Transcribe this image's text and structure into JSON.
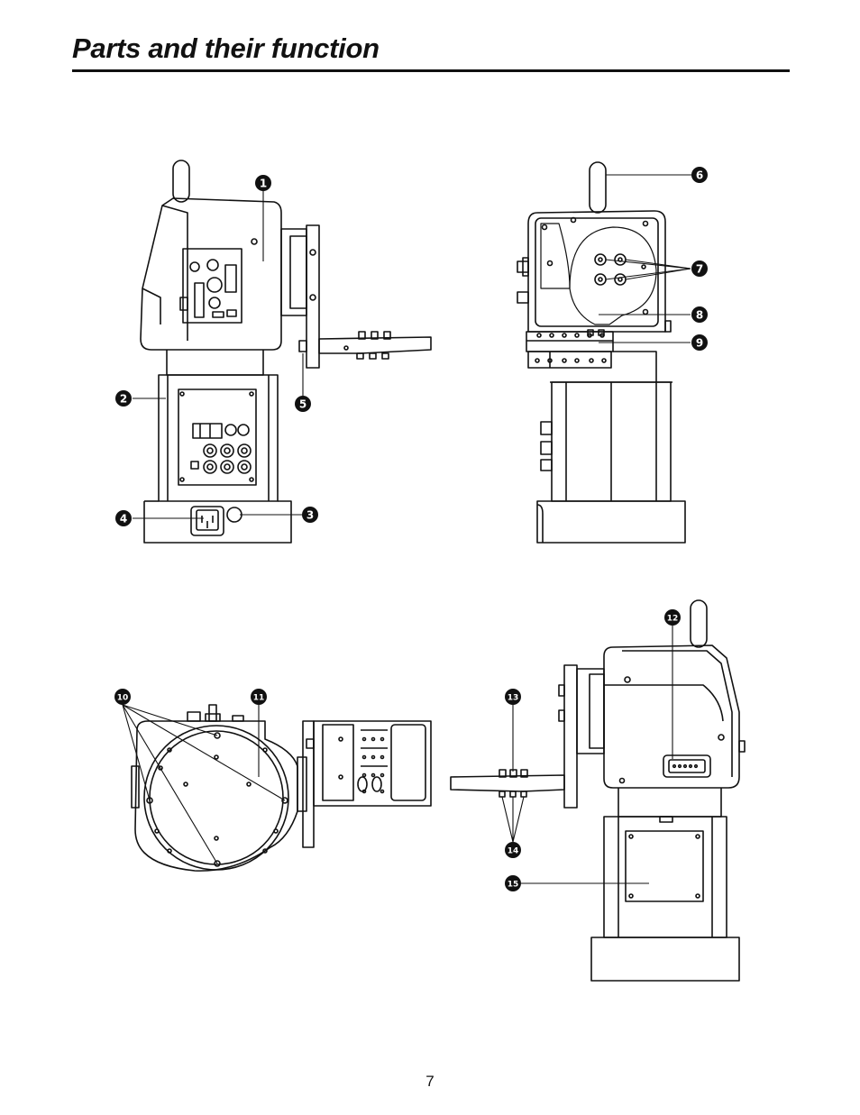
{
  "header": {
    "title": "Parts and their function"
  },
  "callouts": [
    "1",
    "2",
    "3",
    "4",
    "5",
    "6",
    "7",
    "8",
    "9",
    "10",
    "11",
    "12",
    "13",
    "14",
    "15"
  ],
  "footer": {
    "page_number": "7"
  },
  "colors": {
    "ink": "#111111",
    "callout_fill": "#111111",
    "paper": "#ffffff"
  }
}
